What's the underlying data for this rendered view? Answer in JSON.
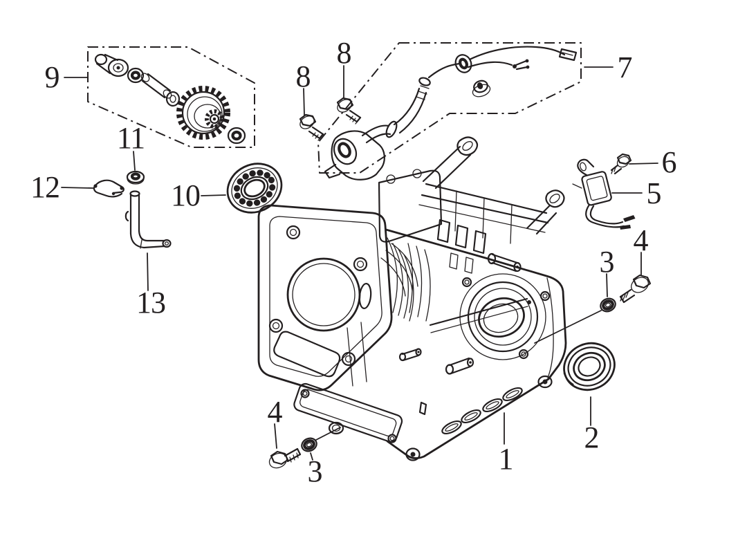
{
  "colors": {
    "background": "#ffffff",
    "line": "#231f20"
  },
  "callouts": [
    {
      "label": "1"
    },
    {
      "label": "2"
    },
    {
      "label": "3"
    },
    {
      "label": "3"
    },
    {
      "label": "4"
    },
    {
      "label": "4"
    },
    {
      "label": "5"
    },
    {
      "label": "6"
    },
    {
      "label": "7"
    },
    {
      "label": "8"
    },
    {
      "label": "8"
    },
    {
      "label": "9"
    },
    {
      "label": "10"
    },
    {
      "label": "11"
    },
    {
      "label": "12"
    },
    {
      "label": "13"
    }
  ]
}
